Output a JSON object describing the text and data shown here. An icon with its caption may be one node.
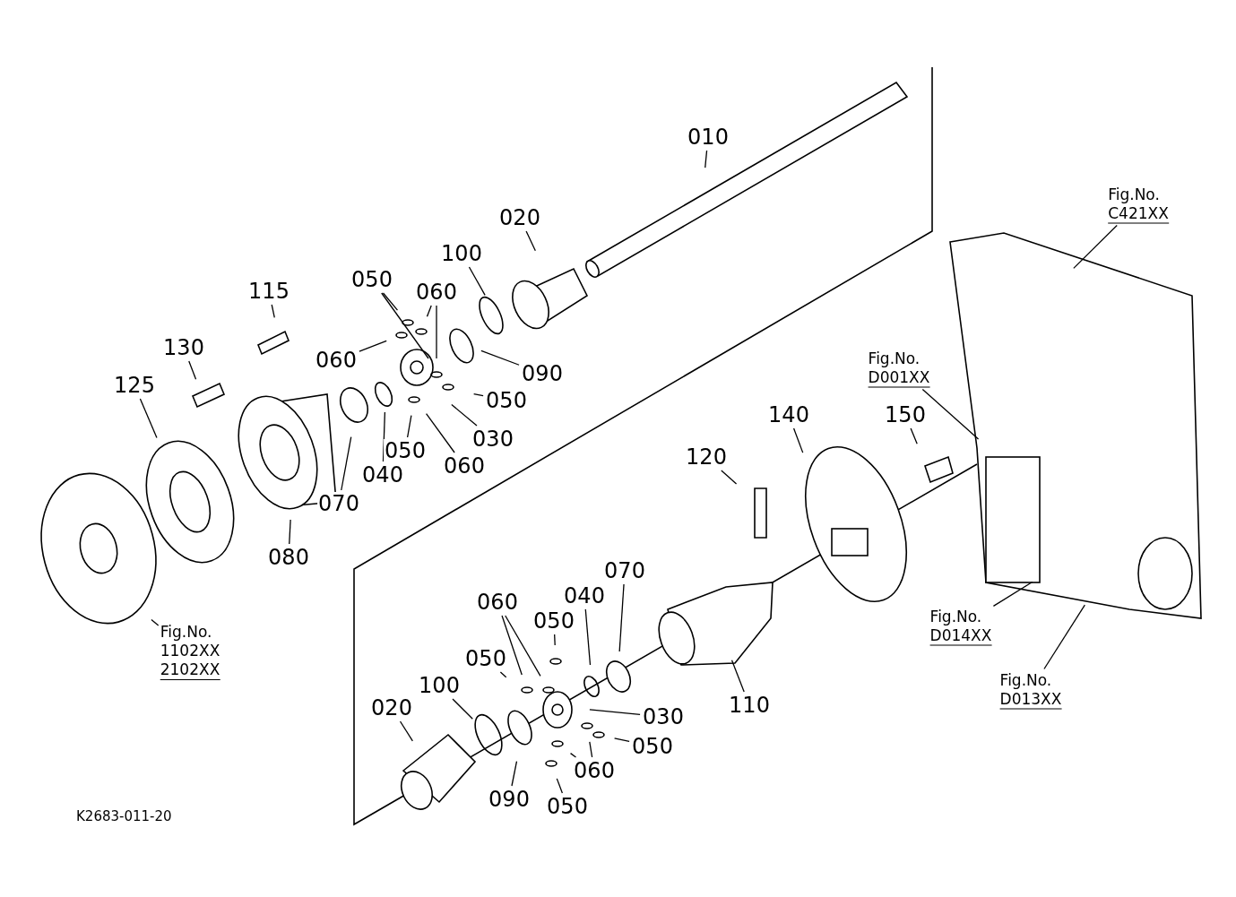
{
  "diagram": {
    "nodes": [
      {
        "text": [
          "010"
        ]
      },
      {
        "text": [
          "Fig.No. C421XX"
        ]
      },
      {
        "text": [
          "020"
        ]
      },
      {
        "text": [
          "100"
        ]
      },
      {
        "text": [
          "115"
        ]
      },
      {
        "text": [
          "050"
        ]
      },
      {
        "text": [
          "060"
        ]
      },
      {
        "text": [
          "130"
        ]
      },
      {
        "text": [
          "060"
        ]
      },
      {
        "text": [
          "090"
        ]
      },
      {
        "text": [
          "Fig.No. D001XX"
        ]
      },
      {
        "text": [
          "125"
        ]
      },
      {
        "text": [
          "050"
        ]
      },
      {
        "text": [
          "150"
        ]
      },
      {
        "text": [
          "140"
        ]
      },
      {
        "text": [
          "030"
        ]
      },
      {
        "text": [
          "050"
        ]
      },
      {
        "text": [
          "120"
        ]
      },
      {
        "text": [
          "060"
        ]
      },
      {
        "text": [
          "040"
        ]
      },
      {
        "text": [
          "070"
        ]
      },
      {
        "text": [
          "080"
        ]
      },
      {
        "text": [
          "070"
        ]
      },
      {
        "text": [
          "060"
        ]
      },
      {
        "text": [
          "040"
        ]
      },
      {
        "text": [
          "050"
        ]
      },
      {
        "text": [
          "Fig.No. D014XX"
        ]
      },
      {
        "text": [
          "Fig.No. 1102XX 2102XX"
        ]
      },
      {
        "text": [
          "050"
        ]
      },
      {
        "text": [
          "Fig.No. D013XX"
        ]
      },
      {
        "text": [
          "100"
        ]
      },
      {
        "text": [
          "110"
        ]
      },
      {
        "text": [
          "020"
        ]
      },
      {
        "text": [
          "030"
        ]
      },
      {
        "text": [
          "050"
        ]
      },
      {
        "text": [
          "060"
        ]
      },
      {
        "text": [
          "090"
        ]
      },
      {
        "text": [
          "050"
        ]
      }
    ],
    "edges": [
      {
        "from": 0,
        "to": null,
        "arrow": "none"
      },
      {
        "from": 1,
        "to": null,
        "arrow": "none"
      },
      {
        "from": 2,
        "to": null,
        "arrow": "none"
      },
      {
        "from": 3,
        "to": null,
        "arrow": "none"
      },
      {
        "from": 4,
        "to": null,
        "arrow": "none"
      },
      {
        "from": 5,
        "to": null,
        "arrow": "none"
      },
      {
        "from": 5,
        "to": null,
        "arrow": "none"
      },
      {
        "from": 6,
        "to": null,
        "arrow": "none"
      },
      {
        "from": 6,
        "to": null,
        "arrow": "none"
      },
      {
        "from": 7,
        "to": null,
        "arrow": "none"
      },
      {
        "from": 8,
        "to": null,
        "arrow": "none"
      },
      {
        "from": 9,
        "to": null,
        "arrow": "none"
      },
      {
        "from": 10,
        "to": null,
        "arrow": "none"
      },
      {
        "from": 11,
        "to": null,
        "arrow": "none"
      },
      {
        "from": 12,
        "to": null,
        "arrow": "none"
      },
      {
        "from": 13,
        "to": null,
        "arrow": "none"
      },
      {
        "from": 14,
        "to": null,
        "arrow": "none"
      },
      {
        "from": 15,
        "to": null,
        "arrow": "none"
      },
      {
        "from": 16,
        "to": null,
        "arrow": "none"
      },
      {
        "from": 17,
        "to": null,
        "arrow": "none"
      },
      {
        "from": 18,
        "to": null,
        "arrow": "none"
      },
      {
        "from": 19,
        "to": null,
        "arrow": "none"
      },
      {
        "from": 20,
        "to": null,
        "arrow": "none"
      },
      {
        "from": 21,
        "to": null,
        "arrow": "none"
      },
      {
        "from": 22,
        "to": null,
        "arrow": "none"
      },
      {
        "from": 23,
        "to": null,
        "arrow": "none"
      },
      {
        "from": 23,
        "to": null,
        "arrow": "none"
      },
      {
        "from": 24,
        "to": null,
        "arrow": "none"
      },
      {
        "from": 25,
        "to": null,
        "arrow": "none"
      },
      {
        "from": 26,
        "to": null,
        "arrow": "none"
      },
      {
        "from": 27,
        "to": null,
        "arrow": "none"
      },
      {
        "from": 28,
        "to": null,
        "arrow": "none"
      },
      {
        "from": 29,
        "to": null,
        "arrow": "none"
      },
      {
        "from": 30,
        "to": null,
        "arrow": "none"
      },
      {
        "from": 31,
        "to": null,
        "arrow": "none"
      },
      {
        "from": 32,
        "to": null,
        "arrow": "none"
      },
      {
        "from": 33,
        "to": null,
        "arrow": "none"
      },
      {
        "from": 34,
        "to": null,
        "arrow": "none"
      },
      {
        "from": 35,
        "to": null,
        "arrow": "none"
      },
      {
        "from": 35,
        "to": null,
        "arrow": "none"
      },
      {
        "from": 36,
        "to": null,
        "arrow": "none"
      },
      {
        "from": 37,
        "to": null,
        "arrow": "none"
      }
    ],
    "labels": [
      "K2683-011-20"
    ]
  }
}
